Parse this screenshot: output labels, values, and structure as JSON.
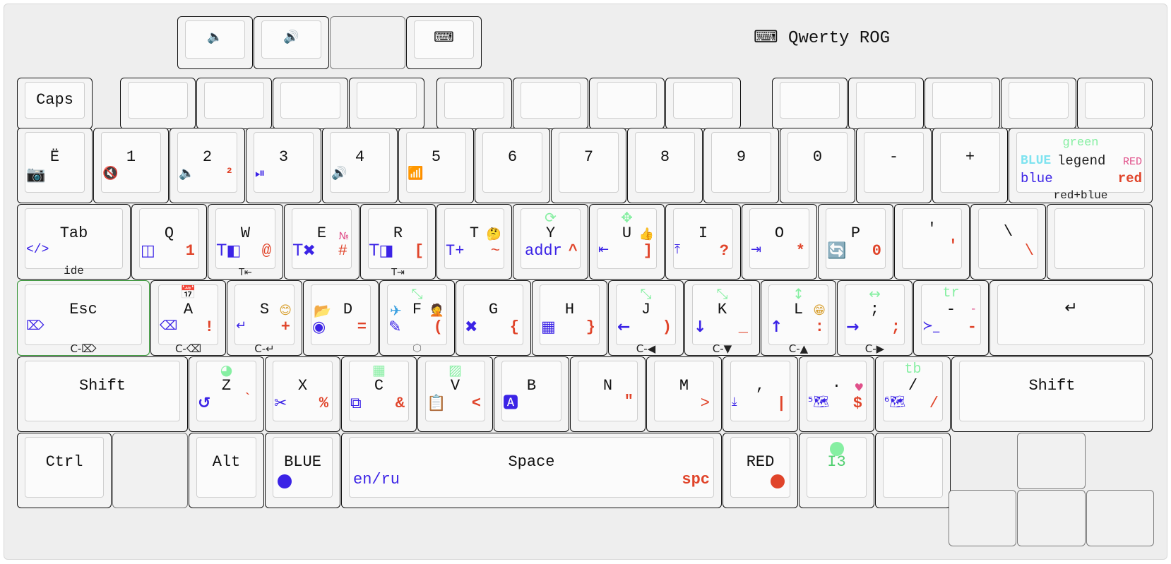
{
  "title": {
    "icon": "⌨",
    "text": "Qwerty ROG",
    "icon_name": "keyboard-icon"
  },
  "colors": {
    "blue": "#3b23e6",
    "red": "#e0442a",
    "green": "#86efa2",
    "pink": "#e0508a",
    "cyan": "#7fe3f0"
  },
  "media": {
    "vol_down": "🔈",
    "vol_up": "🔊",
    "keyboard": "⌨"
  },
  "fn_row": {
    "caps": "Caps"
  },
  "num": {
    "yo": "Ë",
    "yo_blue": "📷",
    "k1": "1",
    "k1_blue": "🔇",
    "k2": "2",
    "k2_blue": "🔈",
    "k2_red": "²",
    "k3": "3",
    "k3_blue": "⏯",
    "k4": "4",
    "k4_blue": "🔊",
    "k5": "5",
    "k5_blue": "📶",
    "k6": "6",
    "k7": "7",
    "k8": "8",
    "k9": "9",
    "k0": "0",
    "minus": "-",
    "plus": "+"
  },
  "legend": {
    "green": "green",
    "blue_upper": "BLUE",
    "center": "legend",
    "red_upper": "RED",
    "blue": "blue",
    "red": "red",
    "bottom": "red+blue"
  },
  "top": {
    "tab": "Tab",
    "tab_blue": "</>",
    "tab_bottom": "ide",
    "q": "Q",
    "q_blue": "◫",
    "q_red": "1",
    "w": "W",
    "w_blue": "T◧",
    "w_red": "@",
    "w_bottom": "T⇤",
    "e": "E",
    "e_blue": "T✖",
    "e_red": "#",
    "e_pink": "№",
    "r": "R",
    "r_blue": "T◨",
    "r_red": "[",
    "r_bottom": "T⇥",
    "t": "T",
    "t_blue": "T+",
    "t_red": "~",
    "t_emoji": "🤔",
    "y": "Y",
    "y_blue": "addr",
    "y_red": "^",
    "y_green": "⟳",
    "u": "U",
    "u_blue": "⇤",
    "u_red": "]",
    "u_green": "✥",
    "u_emoji": "👍",
    "i": "I",
    "i_blue": "⤒",
    "i_red": "?",
    "o": "O",
    "o_blue": "⇥",
    "o_red": "*",
    "p": "P",
    "p_blue": "🔄",
    "p_red": "0",
    "quote": "'",
    "quote_red": "'",
    "bslash": "\\",
    "bslash_red": "\\"
  },
  "home": {
    "esc": "Esc",
    "esc_blue": "⌦",
    "esc_bottom": "C-⌦",
    "a": "A",
    "a_blue": "⌫",
    "a_red": "!",
    "a_green": "📅",
    "a_bottom": "C-⌫",
    "s": "S",
    "s_blue": "↵",
    "s_red": "+",
    "s_emoji": "😊",
    "s_bottom": "C-↵",
    "d": "D",
    "d_blue": "◉",
    "d_red": "=",
    "d_top": "📂",
    "f": "F",
    "f_blue": "✎",
    "f_red": "(",
    "f_green": "⤡",
    "f_top": "✈",
    "f_emoji": "🤦",
    "f_bottom": "⬡",
    "g": "G",
    "g_blue": "✖",
    "g_red": "{",
    "h": "H",
    "h_blue": "▦",
    "h_red": "}",
    "j": "J",
    "j_blue": "←",
    "j_red": ")",
    "j_green": "⤡",
    "j_bottom": "C-◀",
    "k": "K",
    "k_blue": "↓",
    "k_red": "_",
    "k_green": "⤡",
    "k_bottom": "C-▼",
    "l": "L",
    "l_blue": "↑",
    "l_red": ":",
    "l_green": "↕",
    "l_emoji": "😁",
    "l_bottom": "C-▲",
    "semi": ";",
    "semi_blue": "→",
    "semi_red": ";",
    "semi_green": "↔",
    "semi_bottom": "C-▶",
    "dash": "-",
    "dash_blue": "≻_",
    "dash_red": "-",
    "dash_green": "tr",
    "dash_pink": "-",
    "enter": "↵"
  },
  "bottom": {
    "shift_l": "Shift",
    "z": "Z",
    "z_blue": "↺",
    "z_red": "`",
    "z_green": "◕",
    "x": "X",
    "x_blue": "✂",
    "x_red": "%",
    "c": "C",
    "c_blue": "⧉",
    "c_red": "&",
    "c_green": "▦",
    "v": "V",
    "v_blue": "📋",
    "v_red": "<",
    "v_green": "▨",
    "b": "B",
    "b_blue": "🅰",
    "n": "N",
    "n_red": "\"",
    "m": "M",
    "m_red": ">",
    "comma": ",",
    "comma_blue": "⤓",
    "comma_red": "|",
    "period": ".",
    "period_blue": "⁵🗺",
    "period_red": "$",
    "period_pink": "♥",
    "slash": "/",
    "slash_blue": "⁶🗺",
    "slash_red": "/",
    "slash_green": "tb",
    "shift_r": "Shift"
  },
  "mods": {
    "ctrl": "Ctrl",
    "alt": "Alt",
    "blue": "BLUE",
    "space": "Space",
    "space_blue": "en/ru",
    "space_red": "spc",
    "red": "RED",
    "i3": "I3"
  }
}
